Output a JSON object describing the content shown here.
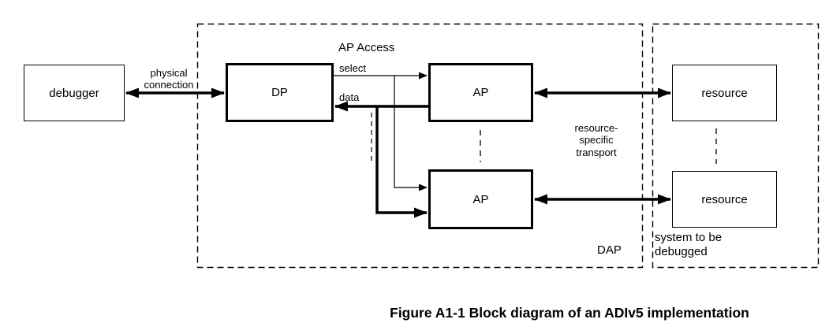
{
  "figure": {
    "caption": "Figure A1-1 Block diagram of an ADIv5 implementation"
  },
  "nodes": {
    "debugger": {
      "label": "debugger"
    },
    "dp": {
      "label": "DP"
    },
    "ap1": {
      "label": "AP"
    },
    "ap2": {
      "label": "AP"
    },
    "resource1": {
      "label": "resource"
    },
    "resource2": {
      "label": "resource"
    }
  },
  "labels": {
    "physical_connection": "physical\nconnection",
    "ap_access": "AP Access",
    "select": "select",
    "data": "data",
    "resource_specific_transport": "resource-\nspecific\ntransport",
    "dap": "DAP",
    "system_to_be_debugged": "system to be\ndebugged"
  },
  "colors": {
    "line": "#000000",
    "background": "#ffffff"
  }
}
